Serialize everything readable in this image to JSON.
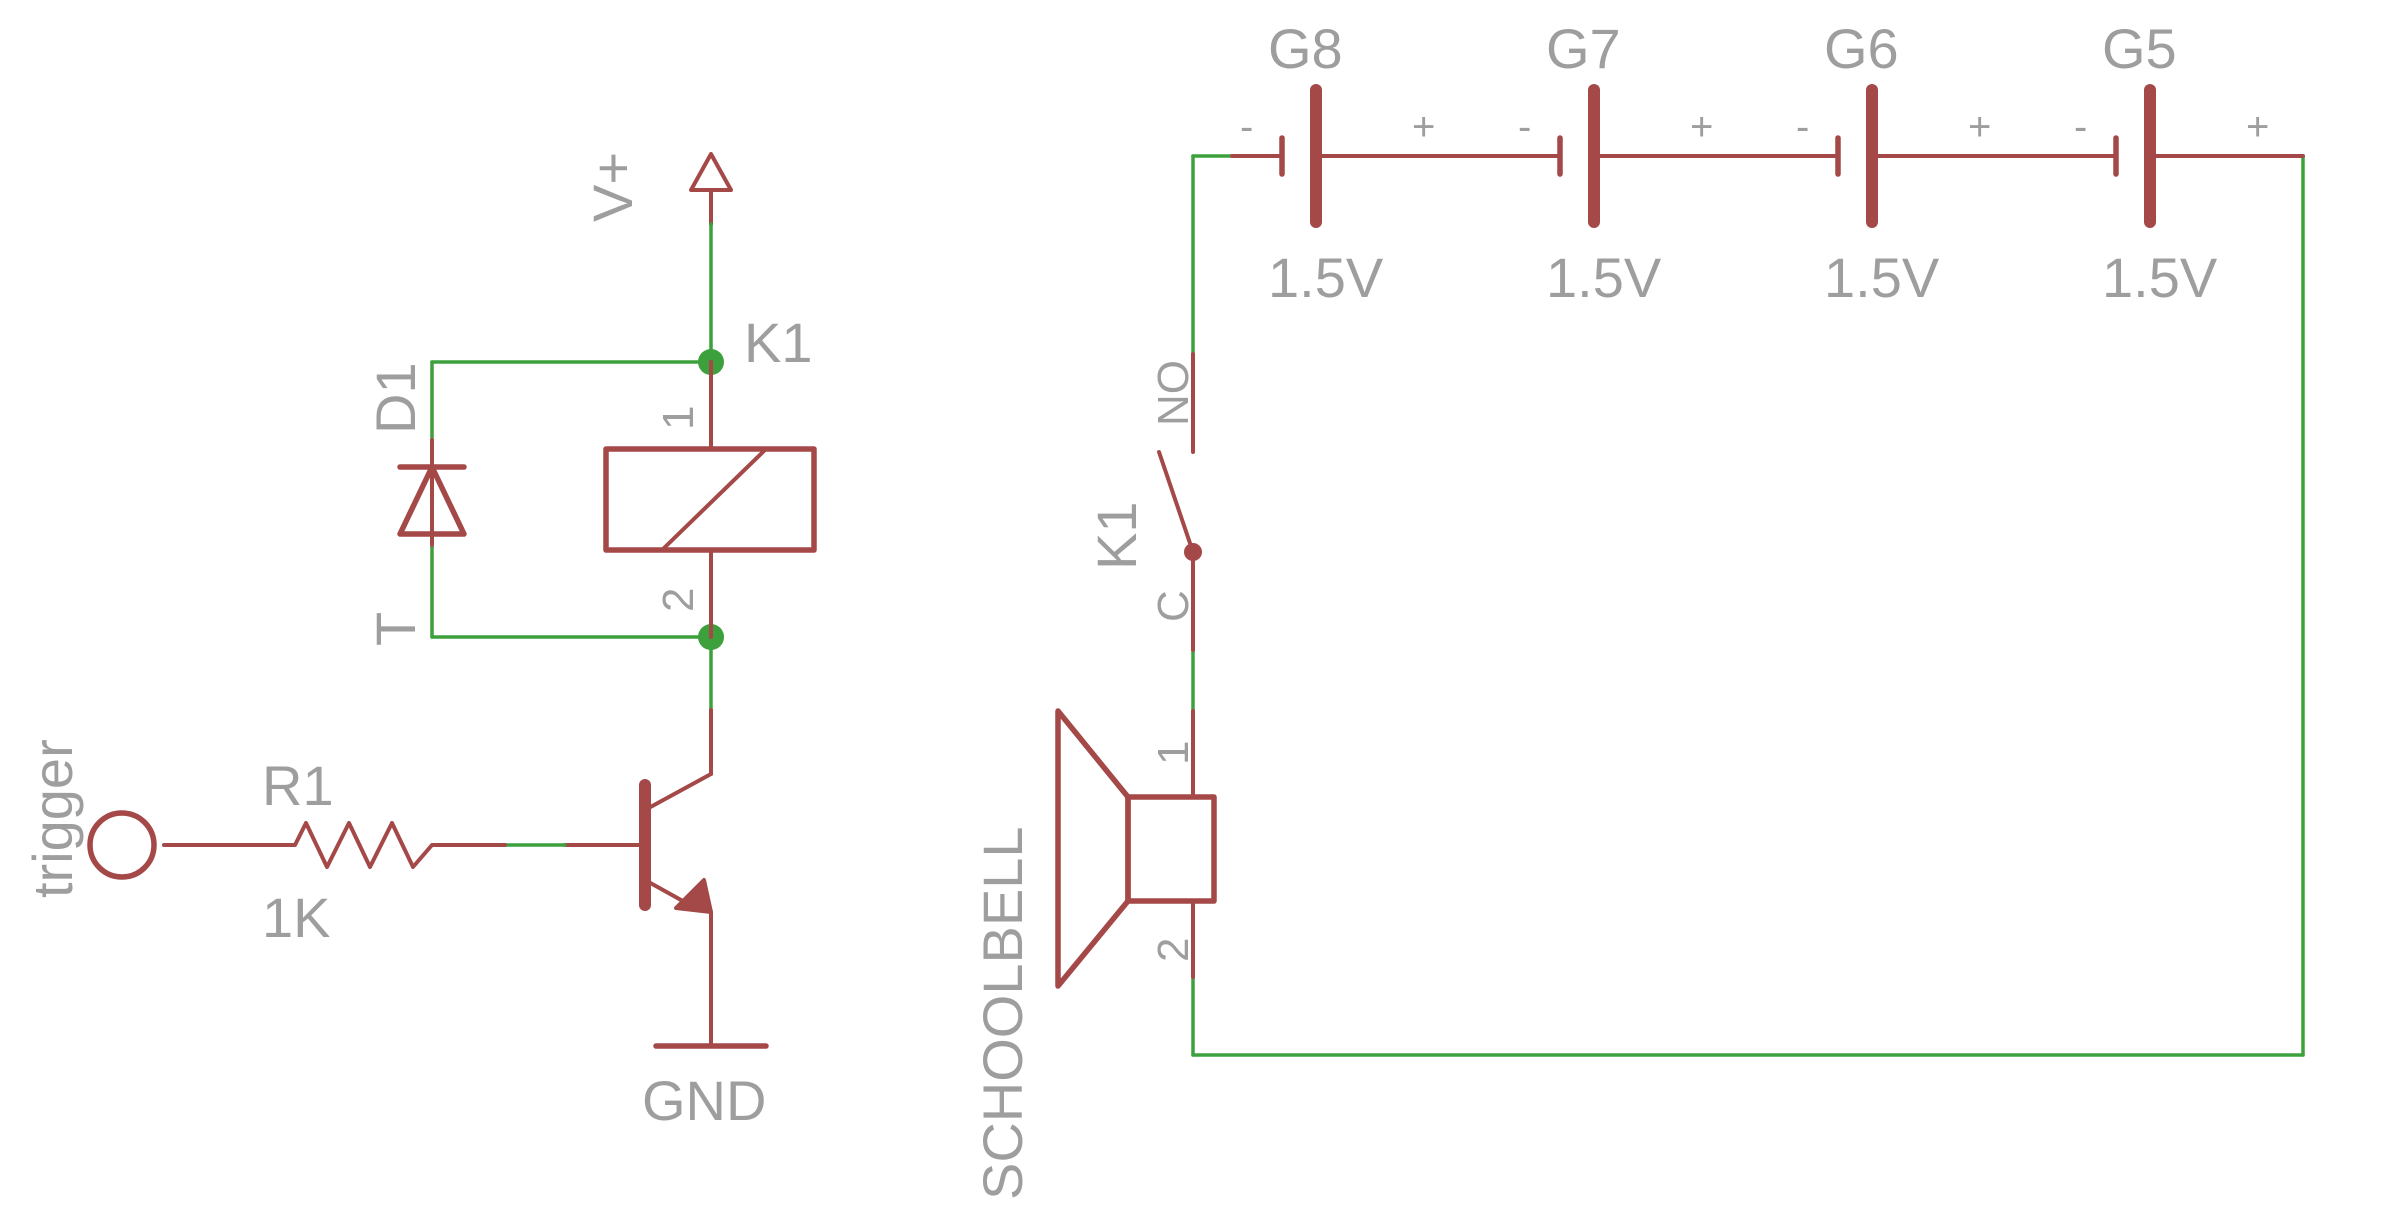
{
  "supply": {
    "label": "V+"
  },
  "ground": {
    "label": "GND"
  },
  "relay": {
    "name": "K1",
    "pin1": "1",
    "pin2": "2",
    "contact_name": "K1",
    "contact_no": "NO",
    "contact_c": "C"
  },
  "diode": {
    "name": "D1",
    "value": "T"
  },
  "resistor": {
    "name": "R1",
    "value": "1K"
  },
  "trigger": {
    "label": "trigger"
  },
  "bell": {
    "name": "SCHOOLBELL",
    "pin1": "1",
    "pin2": "2"
  },
  "batteries": [
    {
      "name": "G8",
      "value": "1.5V",
      "minus": "-",
      "plus": "+"
    },
    {
      "name": "G7",
      "value": "1.5V",
      "minus": "-",
      "plus": "+"
    },
    {
      "name": "G6",
      "value": "1.5V",
      "minus": "-",
      "plus": "+"
    },
    {
      "name": "G5",
      "value": "1.5V",
      "minus": "-",
      "plus": "+"
    }
  ],
  "colors": {
    "wire": "#3ca03c",
    "symbol": "#a44848",
    "text": "#9e9e9e"
  }
}
